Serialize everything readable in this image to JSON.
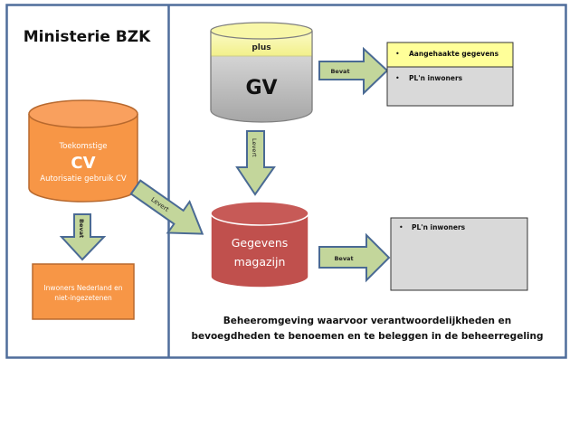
{
  "left_panel": {
    "title": "Ministerie BZK",
    "cv_cylinder": {
      "line1": "Toekomstige",
      "line2": "CV",
      "line3": "Autorisatie gebruik CV",
      "color": "#f79646"
    },
    "bevat_arrow_label": "Bevat",
    "inwoners_box": {
      "line1": "Inwoners Nederland en",
      "line2": "niet-ingezetenen",
      "color": "#f79646"
    }
  },
  "levert_diagonal_label": "Levert",
  "right_panel": {
    "gv_cylinder": {
      "top_label": "plus",
      "main_label": "GV",
      "top_color": "#f8f79c",
      "body_color": "#d9d9d9"
    },
    "gv_bevat_label": "Bevat",
    "gv_list_box": {
      "items": [
        "Aangehaakte gegevens",
        "PL'n inwoners"
      ],
      "header_color": "#ffff99",
      "body_color": "#d9d9d9"
    },
    "levert_vertical_label": "Levert",
    "magazijn_cylinder": {
      "line1": "Gegevens",
      "line2": "magazijn",
      "color": "#c0504d"
    },
    "magazijn_bevat_label": "Bevat",
    "magazijn_list_box": {
      "items": [
        "PL'n inwoners"
      ],
      "color": "#d9d9d9"
    },
    "caption": {
      "line1": "Beheeromgeving waarvoor verantwoordelijkheden en",
      "line2": "bevoegdheden te benoemen en te beleggen in de beheerregeling"
    }
  },
  "colors": {
    "frame": "#4f6d9b",
    "arrow_fill": "#c3d69b",
    "arrow_stroke": "#4a6a94"
  }
}
